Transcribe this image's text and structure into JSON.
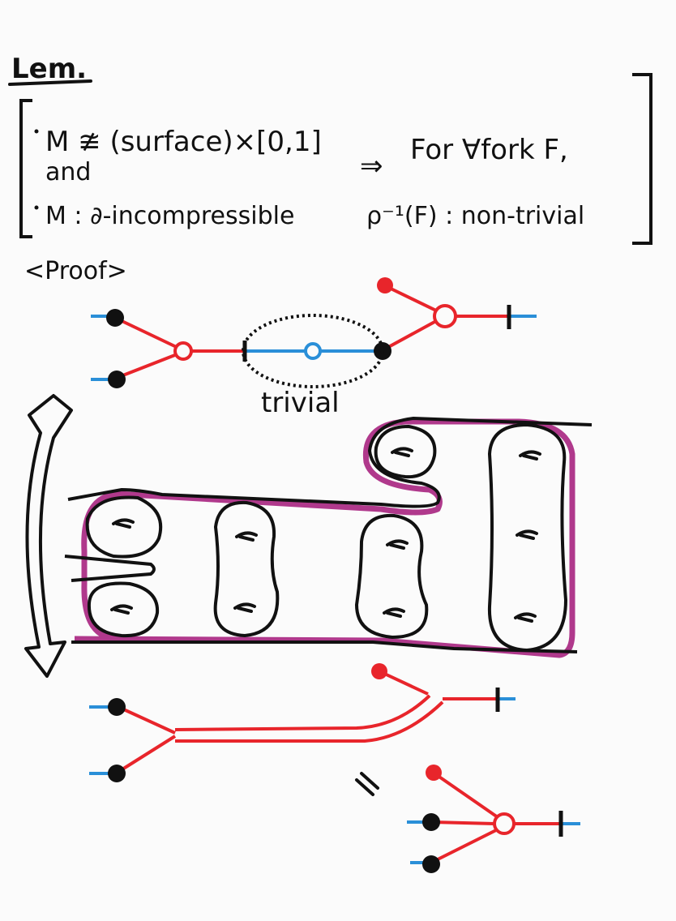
{
  "lemma": {
    "title": "Lem.",
    "hyp1": "M ≇ (surface)×[0,1]",
    "and": "and",
    "hyp2": "M : ∂-incompressible",
    "implies": "⇒",
    "concl1": "For ∀fork F,",
    "concl2": "ρ⁻¹(F) : non-trivial"
  },
  "proof": {
    "label": "<Proof>",
    "trivial_label": "trivial",
    "equals": "="
  },
  "colors": {
    "ink": "#111111",
    "edge_red": "#e8252b",
    "edge_blue": "#2a8fd8",
    "surface_magenta": "#b0398c"
  }
}
